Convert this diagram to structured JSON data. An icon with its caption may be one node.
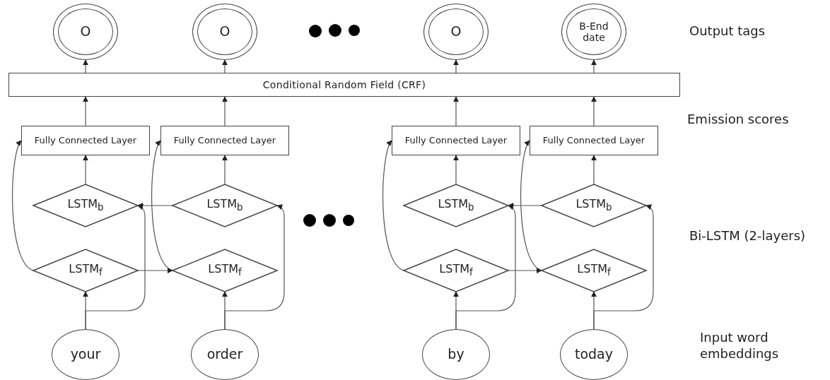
{
  "diagram": {
    "nodes": [
      {
        "text": [
          "O"
        ]
      },
      {
        "text": [
          "O"
        ]
      },
      {
        "text": [
          "O"
        ]
      },
      {
        "text": [
          "B-End date"
        ]
      },
      {
        "text": [
          "Conditional Random Field (CRF)"
        ]
      },
      {
        "text": [
          "Fully Connected Layer"
        ]
      },
      {
        "text": [
          "Fully Connected Layer"
        ]
      },
      {
        "text": [
          "Fully Connected Layer"
        ]
      },
      {
        "text": [
          "Fully Connected Layer"
        ]
      },
      {
        "text": [
          "LSTM$_{b}$"
        ]
      },
      {
        "text": [
          "LSTM$_{b}$"
        ]
      },
      {
        "text": [
          "LSTM$_{b}$"
        ]
      },
      {
        "text": [
          "LSTM$_{b}$"
        ]
      },
      {
        "text": [
          "LSTM$_{f}$"
        ]
      },
      {
        "text": [
          "LSTM$_{f}$"
        ]
      },
      {
        "text": [
          "LSTM$_{f}$"
        ]
      },
      {
        "text": [
          "LSTM$_{f}$"
        ]
      },
      {
        "text": [
          "your"
        ]
      },
      {
        "text": [
          "order"
        ]
      },
      {
        "text": [
          "by"
        ]
      },
      {
        "text": [
          "today"
        ]
      }
    ],
    "edges": [
      {
        "from": 4,
        "to": 0,
        "arrow": "to"
      },
      {
        "from": 4,
        "to": 1,
        "arrow": "to"
      },
      {
        "from": 4,
        "to": 2,
        "arrow": "to"
      },
      {
        "from": 4,
        "to": 3,
        "arrow": "to"
      },
      {
        "from": 5,
        "to": 4,
        "arrow": "to"
      },
      {
        "from": 6,
        "to": 4,
        "arrow": "to"
      },
      {
        "from": 7,
        "to": 4,
        "arrow": "to"
      },
      {
        "from": 8,
        "to": 4,
        "arrow": "to"
      },
      {
        "from": 9,
        "to": 5,
        "arrow": "to"
      },
      {
        "from": 10,
        "to": 6,
        "arrow": "to"
      },
      {
        "from": 11,
        "to": 7,
        "arrow": "to"
      },
      {
        "from": 12,
        "to": 8,
        "arrow": "to"
      },
      {
        "from": 13,
        "to": 5,
        "arrow": "to"
      },
      {
        "from": 14,
        "to": 6,
        "arrow": "to"
      },
      {
        "from": 15,
        "to": 7,
        "arrow": "to"
      },
      {
        "from": 16,
        "to": 8,
        "arrow": "to"
      },
      {
        "from": 10,
        "to": 9,
        "arrow": "to"
      },
      {
        "from": 12,
        "to": 11,
        "arrow": "to"
      },
      {
        "from": 13,
        "to": 14,
        "arrow": "to"
      },
      {
        "from": 15,
        "to": 16,
        "arrow": "to"
      },
      {
        "from": 17,
        "to": 13,
        "arrow": "to"
      },
      {
        "from": 18,
        "to": 14,
        "arrow": "to"
      },
      {
        "from": 19,
        "to": 15,
        "arrow": "to"
      },
      {
        "from": 20,
        "to": 16,
        "arrow": "to"
      },
      {
        "from": 17,
        "to": 9,
        "arrow": "to"
      },
      {
        "from": 18,
        "to": 10,
        "arrow": "to"
      },
      {
        "from": 19,
        "to": 11,
        "arrow": "to"
      },
      {
        "from": 20,
        "to": 12,
        "arrow": "to"
      }
    ],
    "labels": [
      "Output tags",
      "Emission scores",
      "Bi-LSTM (2-layers)",
      "Input word embeddings"
    ]
  }
}
